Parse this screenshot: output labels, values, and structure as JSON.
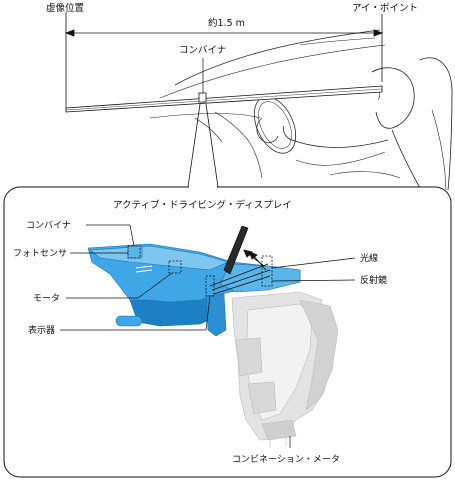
{
  "top": {
    "virtual_image": "虚像位置",
    "eye_point": "アイ・ポイント",
    "distance": "約1.5 m",
    "combiner": "コンバイナ"
  },
  "callout": {
    "title": "アクティブ・ドライビング・ディスプレイ",
    "combiner": "コンバイナ",
    "photo_sensor": "フォトセンサ",
    "motor": "モータ",
    "display": "表示器",
    "light_ray": "光線",
    "reflector": "反射鏡",
    "combination_meter": "コンビネーション・メータ"
  },
  "colors": {
    "unit_blue": "#3fa7e6",
    "unit_blue_dark": "#1d7fc4",
    "meter_gray": "#e3e3e3",
    "line": "#111111"
  }
}
